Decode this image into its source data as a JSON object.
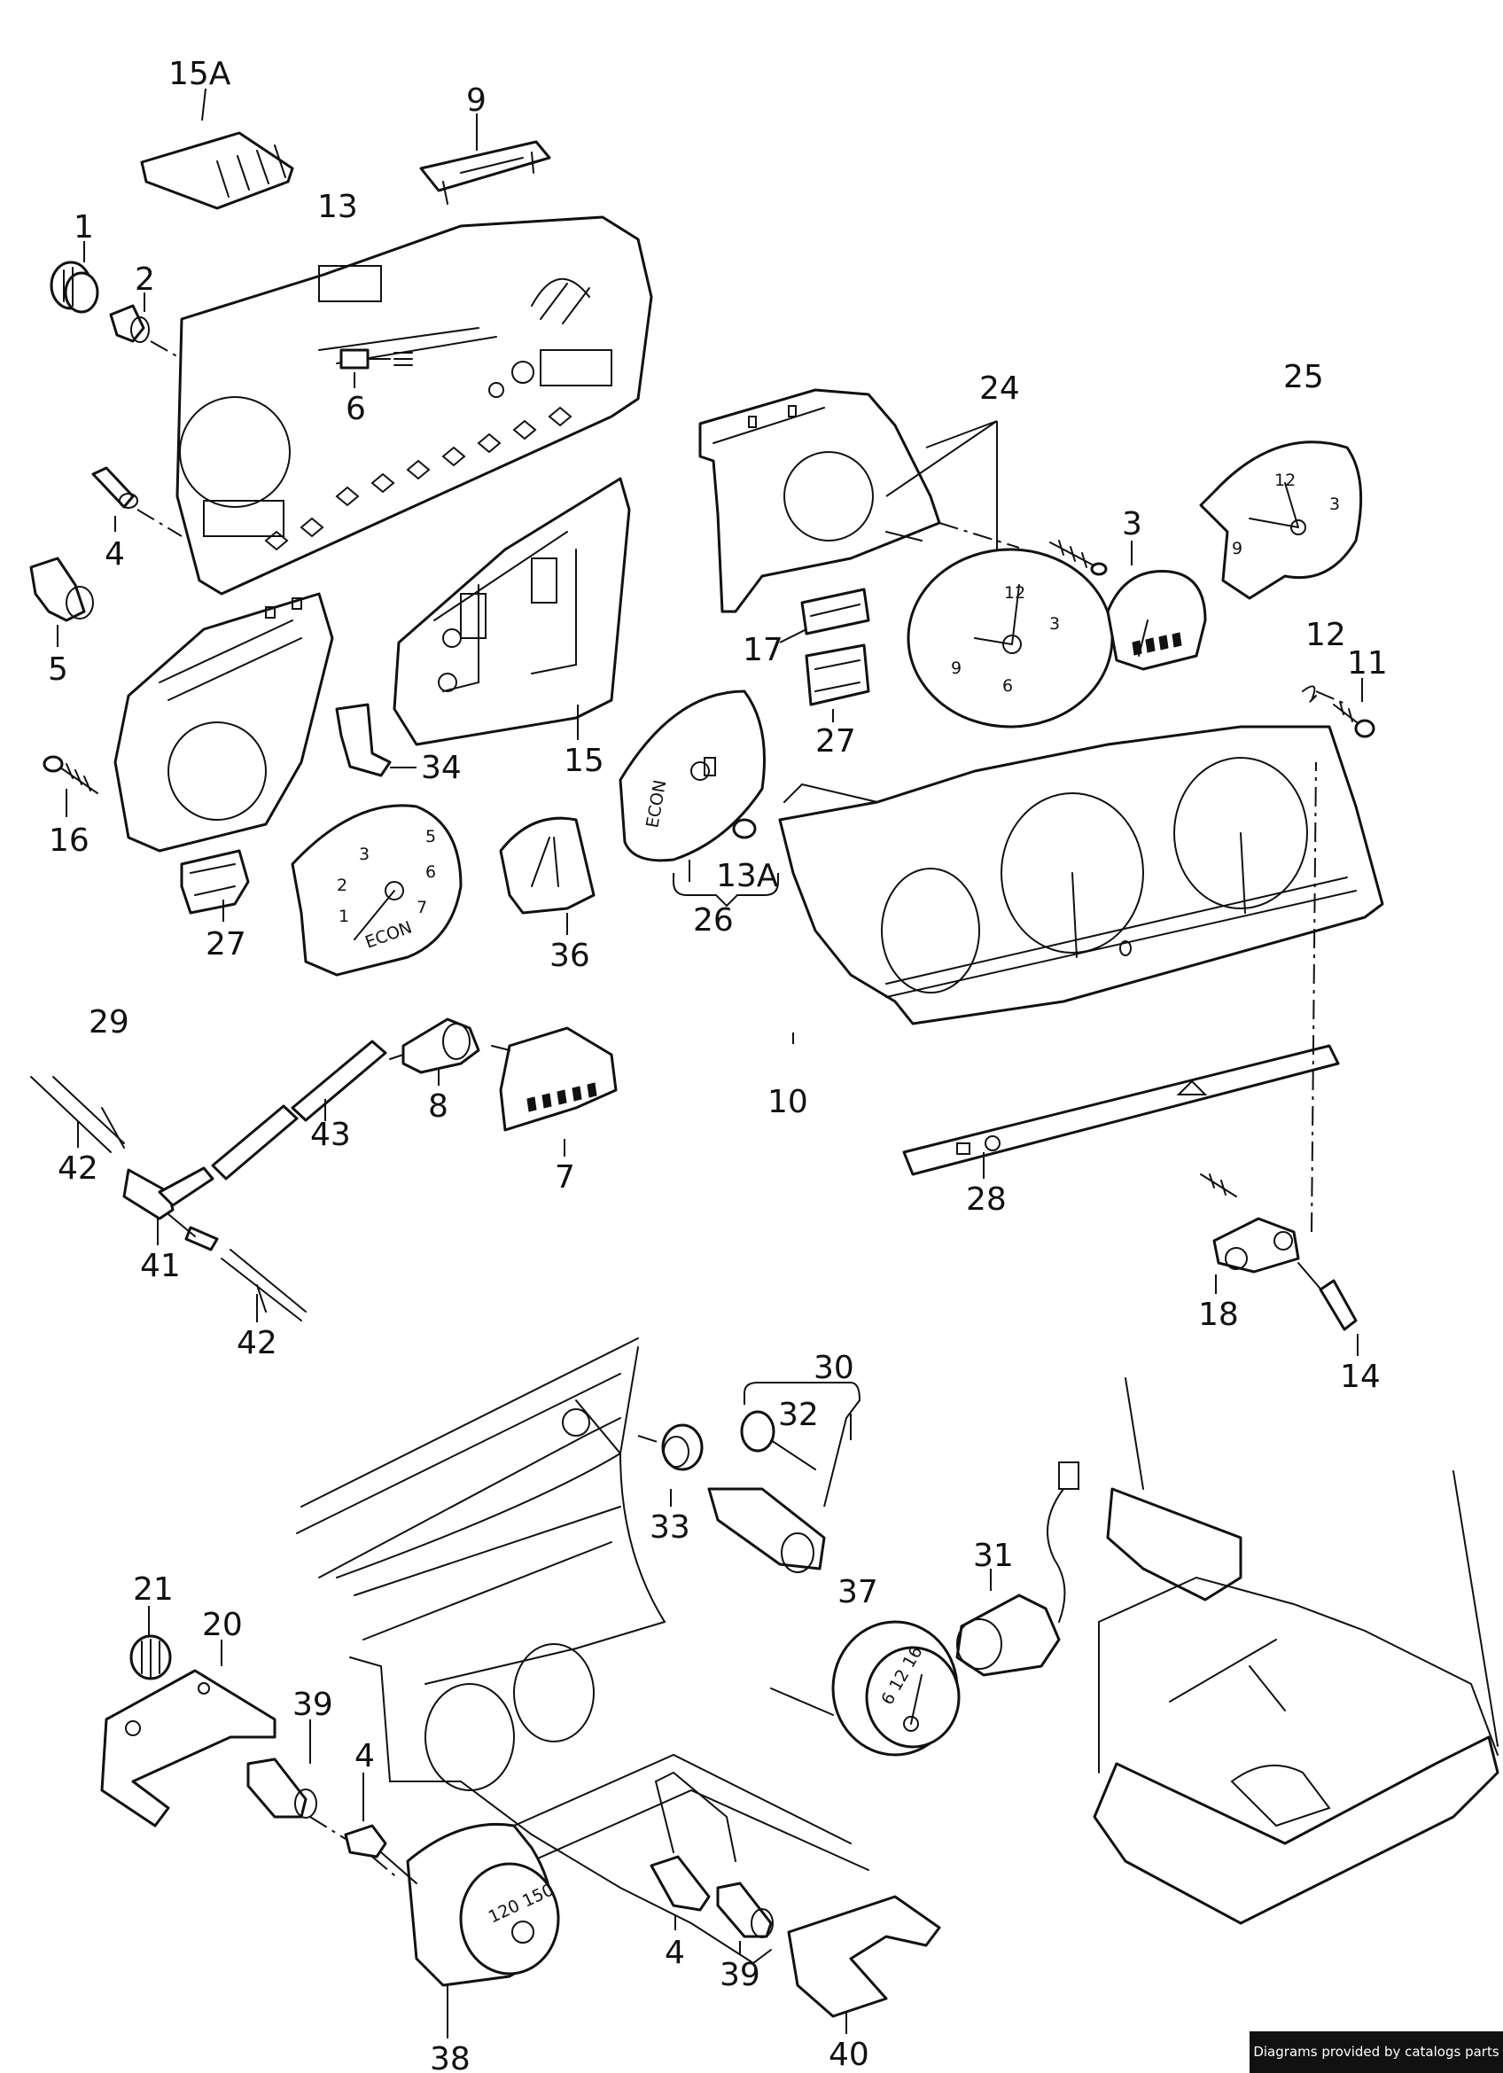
{
  "callouts": [
    "15A",
    "9",
    "13",
    "1",
    "2",
    "6",
    "4",
    "5",
    "24",
    "25",
    "3",
    "17",
    "12",
    "11",
    "27",
    "34",
    "15",
    "16",
    "27",
    "36",
    "13A",
    "26",
    "29",
    "8",
    "43",
    "7",
    "10",
    "28",
    "42",
    "41",
    "42",
    "18",
    "14",
    "30",
    "32",
    "33",
    "37",
    "31",
    "21",
    "20",
    "39",
    "4",
    "4",
    "39",
    "38",
    "40"
  ],
  "dial_labels": {
    "clock_12": "12",
    "clock_3": "3",
    "clock_6": "6",
    "clock_9": "9",
    "clock2_12": "12",
    "clock2_3": "3",
    "clock2_9": "9",
    "tacho_1": "1",
    "tacho_2": "2",
    "tacho_3": "3",
    "tacho_5": "5",
    "tacho_6": "6",
    "tacho_7": "7",
    "econ": "ECON",
    "dial26": "ECON",
    "gauge37": "6 12 16",
    "gauge38": "120 150"
  },
  "footer": {
    "credit": "Diagrams provided by catalogs parts"
  }
}
